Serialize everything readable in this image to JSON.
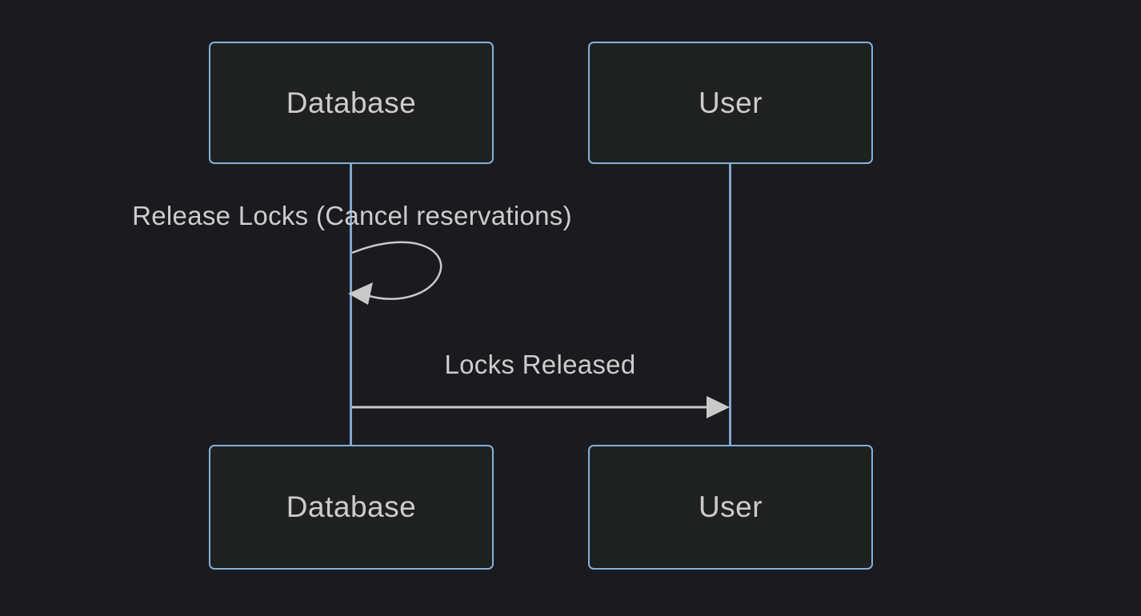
{
  "diagram": {
    "type": "sequence",
    "actors": [
      {
        "id": "database",
        "label": "Database"
      },
      {
        "id": "user",
        "label": "User"
      }
    ],
    "messages": [
      {
        "from": "Database",
        "to": "Database",
        "label": "Release Locks (Cancel reservations)",
        "style": "self-loop",
        "arrow": "filled-triangle"
      },
      {
        "from": "Database",
        "to": "User",
        "label": "Locks Released",
        "style": "solid-horizontal",
        "arrow": "filled-triangle"
      }
    ],
    "colors": {
      "background": "#1b1b1f",
      "actor_fill": "#1f2121",
      "actor_border": "#81b1db",
      "lifeline": "#7fa6cf",
      "text": "#cccccc",
      "arrow": "#c9c9c9"
    }
  }
}
